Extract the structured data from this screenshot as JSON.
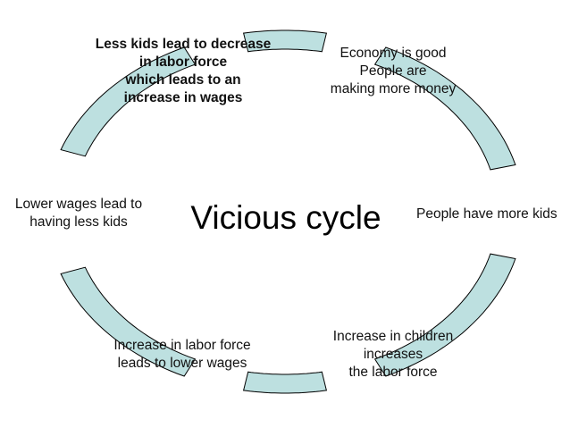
{
  "diagram": {
    "title": "Vicious cycle",
    "fill_color": "#bde0e0",
    "stroke_color": "#000000",
    "stages": [
      {
        "id": "top-right",
        "lines": [
          "Economy is good",
          "People are",
          "making more money"
        ],
        "bold": false
      },
      {
        "id": "right",
        "lines": [
          "People have more kids"
        ],
        "bold": false
      },
      {
        "id": "bottom-right",
        "lines": [
          "Increase in children",
          "increases",
          "the labor force"
        ],
        "bold": false
      },
      {
        "id": "bottom-left",
        "lines": [
          "Increase in labor force",
          "leads to lower wages"
        ],
        "bold": false
      },
      {
        "id": "left",
        "lines": [
          "Lower wages lead to",
          "having less kids"
        ],
        "bold": false
      },
      {
        "id": "top-left",
        "lines": [
          "Less kids lead to decrease",
          "in labor force",
          "which leads to an",
          "increase in wages"
        ],
        "bold": true
      }
    ]
  }
}
